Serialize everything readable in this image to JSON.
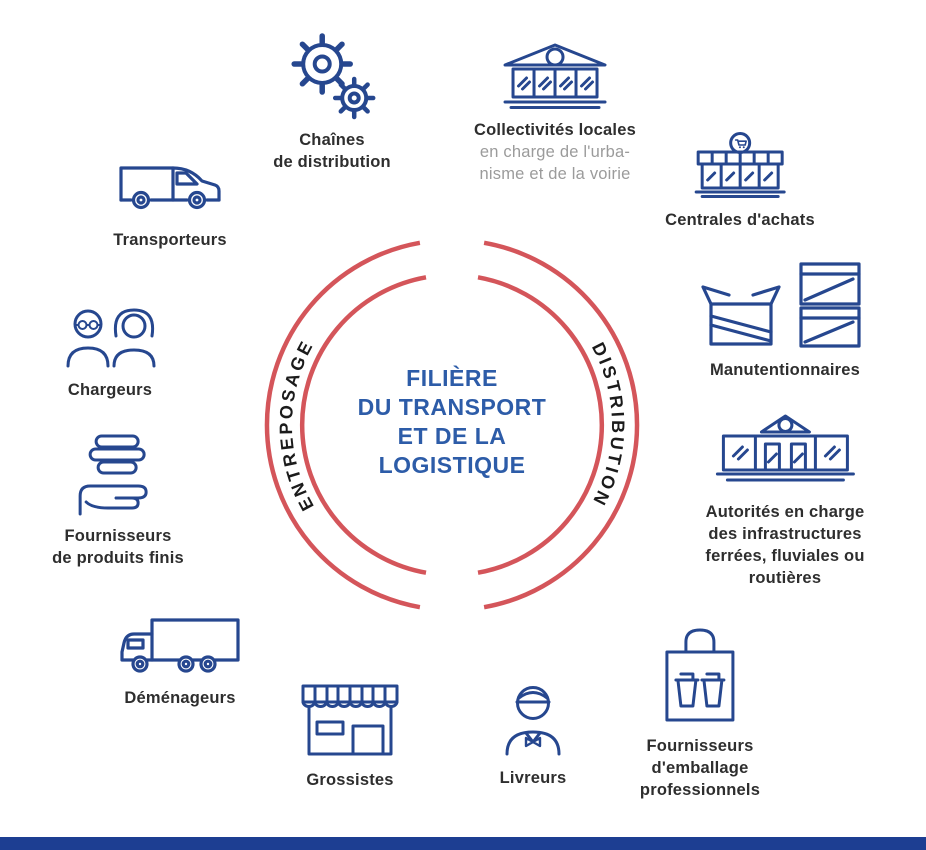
{
  "diagram": {
    "center": {
      "title_lines": [
        "FILIÈRE",
        "DU TRANSPORT",
        "ET DE LA",
        "LOGISTIQUE"
      ],
      "arc_left_label": "ENTREPOSAGE",
      "arc_right_label": "DISTRIBUTION"
    },
    "nodes": {
      "chaines_distribution": {
        "icon": "gears-icon",
        "lines": [
          "Chaînes",
          "de distribution"
        ]
      },
      "collectivites_locales": {
        "icon": "town-hall-icon",
        "title": "Collectivités locales",
        "subtitle_lines": [
          "en charge de l'urba-",
          "nisme et de la voirie"
        ]
      },
      "centrales_achats": {
        "icon": "purchasing-center-icon",
        "lines": [
          "Centrales d'achats"
        ]
      },
      "transporteurs": {
        "icon": "van-icon",
        "lines": [
          "Transporteurs"
        ]
      },
      "manutentionnaires": {
        "icon": "boxes-icon",
        "lines": [
          "Manutentionnaires"
        ]
      },
      "chargeurs": {
        "icon": "people-icon",
        "lines": [
          "Chargeurs"
        ]
      },
      "autorites_infrastructures": {
        "icon": "government-building-icon",
        "lines": [
          "Autorités en charge",
          "des infrastructures",
          "ferrées, fluviales ou",
          "routières"
        ]
      },
      "fournisseurs_produits_finis": {
        "icon": "hand-stack-icon",
        "lines": [
          "Fournisseurs",
          "de produits finis"
        ]
      },
      "demenageurs": {
        "icon": "truck-icon",
        "lines": [
          "Déménageurs"
        ]
      },
      "fournisseurs_emballage": {
        "icon": "bag-cups-icon",
        "lines": [
          "Fournisseurs",
          "d'emballage",
          "professionnels"
        ]
      },
      "grossistes": {
        "icon": "shop-icon",
        "lines": [
          "Grossistes"
        ]
      },
      "livreurs": {
        "icon": "courier-icon",
        "lines": [
          "Livreurs"
        ]
      }
    },
    "colors": {
      "icon_blue": "#26478f",
      "arc_red": "#d4555a",
      "title_blue": "#2d5ca8",
      "label_dark": "#2e2e2e",
      "label_gray": "#9b9b9b",
      "footer_blue": "#1d3e92"
    }
  }
}
